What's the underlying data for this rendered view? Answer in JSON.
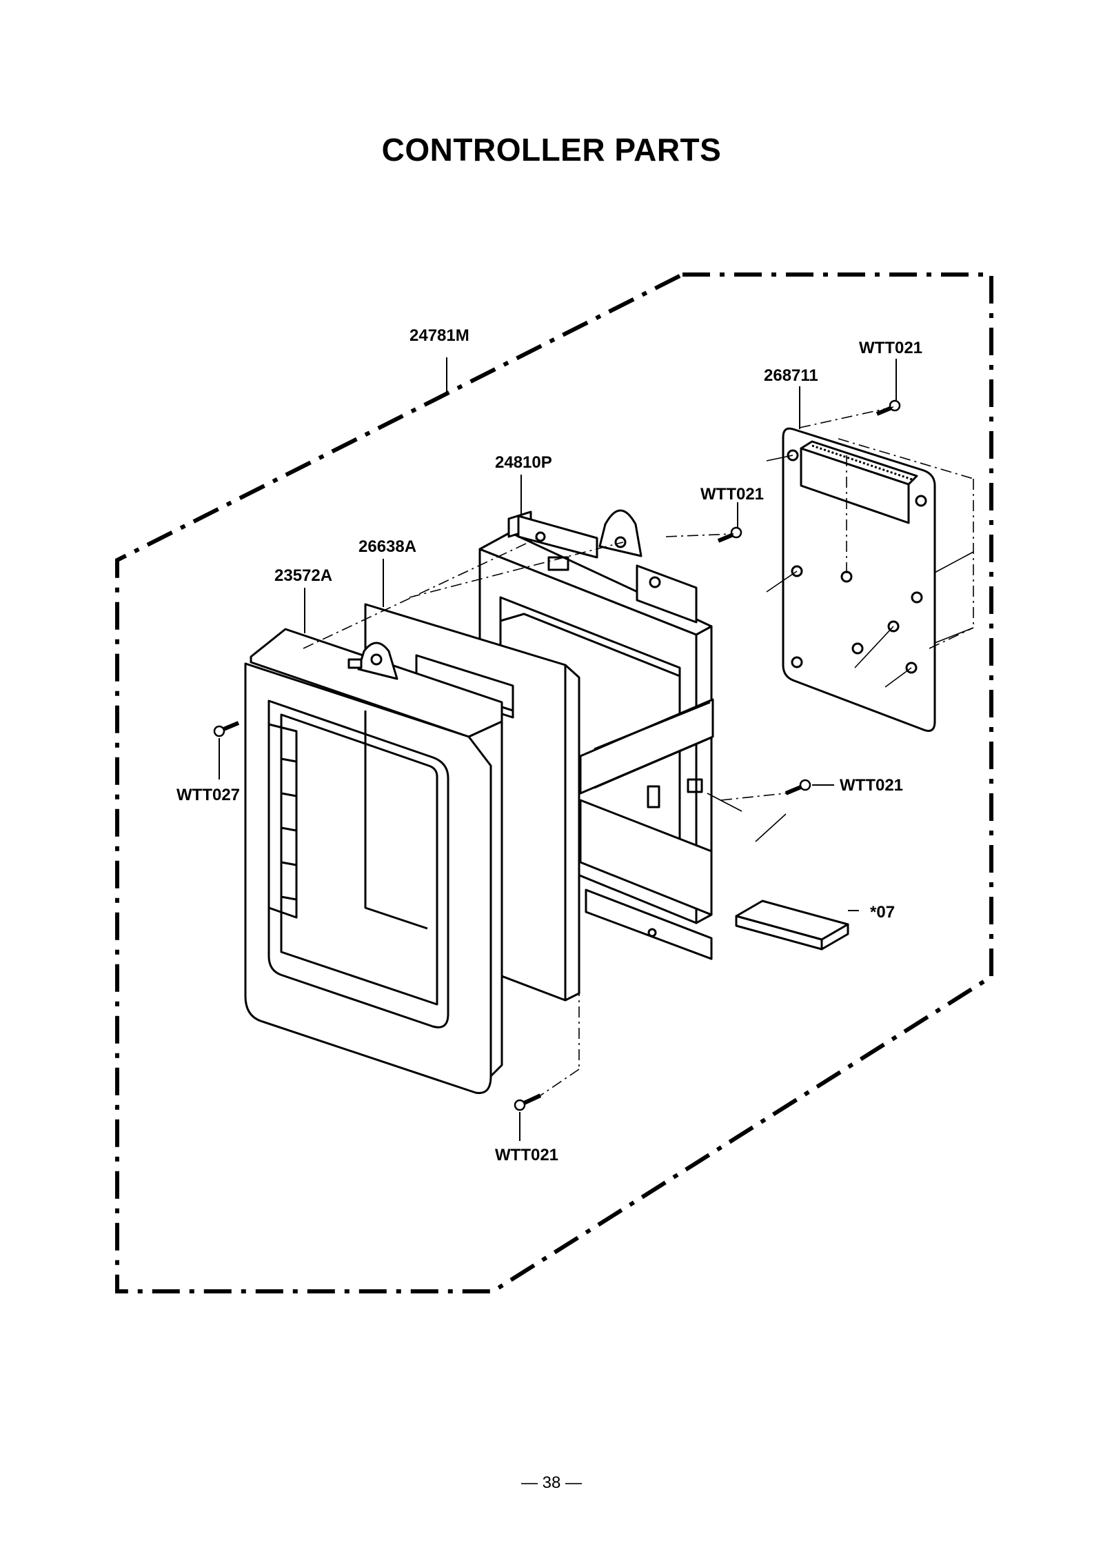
{
  "title": "CONTROLLER PARTS",
  "parts": {
    "p24781M": "24781M",
    "p268711": "268711",
    "wtt021_top": "WTT021",
    "p24810P": "24810P",
    "wtt021_bracket": "WTT021",
    "p26638A": "26638A",
    "p23572A": "23572A",
    "wtt027": "WTT027",
    "wtt021_right": "WTT021",
    "p07": "*07",
    "wtt021_bottom": "WTT021"
  },
  "page_number": "— 38 —"
}
